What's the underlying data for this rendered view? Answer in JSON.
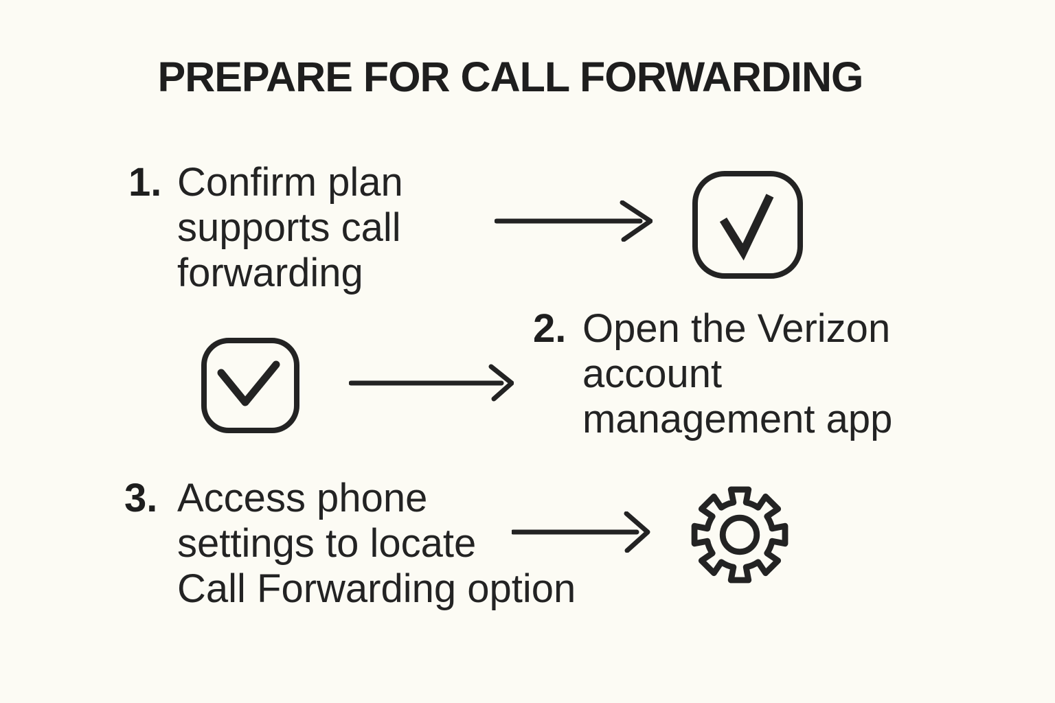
{
  "page": {
    "background_color": "#fcfbf4",
    "ink_color": "#232323"
  },
  "title": "PREPARE FOR CALL FORWARDING",
  "steps": [
    {
      "number": "1.",
      "lines": [
        "Confirm plan",
        "supports call",
        "forwarding"
      ],
      "result_icon": "checkbox-checked-icon"
    },
    {
      "number": "2.",
      "lines": [
        "Open the Verizon",
        "account",
        "management app"
      ],
      "source_icon": "checkbox-checked-icon"
    },
    {
      "number": "3.",
      "lines": [
        "Access phone",
        "settings to locate",
        "Call Forwarding option"
      ],
      "result_icon": "gear-icon"
    }
  ],
  "connectors": [
    {
      "name": "arrow-right-icon",
      "from": "step-1-text",
      "to": "step-1-checkbox"
    },
    {
      "name": "arrow-right-icon",
      "from": "step-2-checkbox",
      "to": "step-2-text"
    },
    {
      "name": "arrow-right-icon",
      "from": "step-3-text",
      "to": "step-3-gear"
    }
  ]
}
